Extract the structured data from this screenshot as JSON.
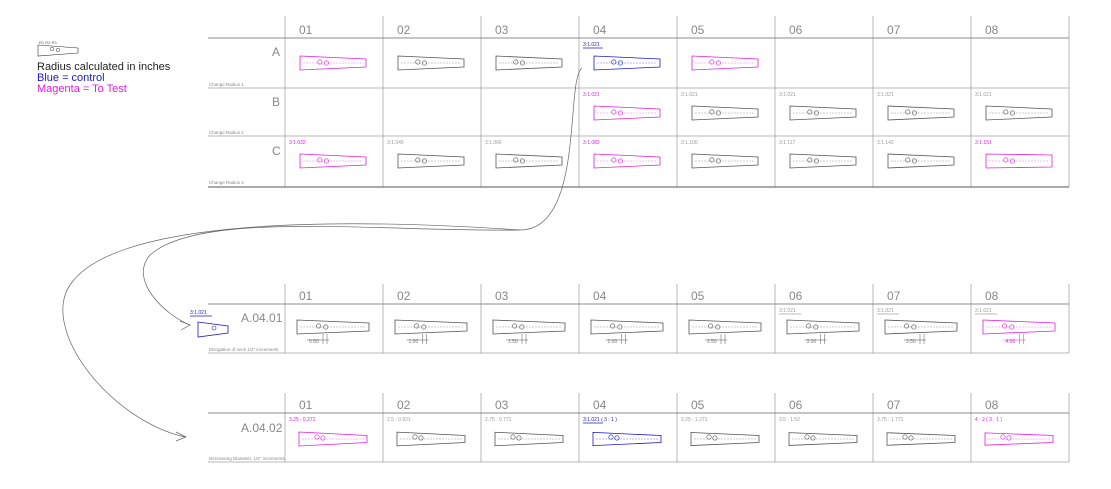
{
  "colors": {
    "control": "#1a1acc",
    "test": "#e020e0",
    "grid": "#555555",
    "neutral": "#555555"
  },
  "legend": {
    "mini_labels": "R1 R2 R3",
    "line1": "Radius calculated in inches",
    "line2": "Blue = control",
    "line3": "Magenta = To Test"
  },
  "grid1": {
    "headers": [
      "01",
      "02",
      "03",
      "04",
      "05",
      "06",
      "07",
      "08"
    ],
    "rows": [
      {
        "label": "A",
        "note": "Change Radius 1",
        "cells": [
          {
            "style": "test",
            "text": ""
          },
          {
            "style": "neutral",
            "text": ""
          },
          {
            "style": "neutral",
            "text": ""
          },
          {
            "style": "control",
            "text": "3:1.021"
          },
          {
            "style": "test",
            "text": ""
          },
          {
            "style": "empty",
            "text": ""
          },
          {
            "style": "empty",
            "text": ""
          },
          {
            "style": "empty",
            "text": ""
          }
        ]
      },
      {
        "label": "B",
        "note": "Change Radius 2",
        "cells": [
          {
            "style": "empty",
            "text": ""
          },
          {
            "style": "empty",
            "text": ""
          },
          {
            "style": "empty",
            "text": ""
          },
          {
            "style": "test",
            "text": "3:1.021"
          },
          {
            "style": "neutral",
            "text": "3:1.021"
          },
          {
            "style": "neutral",
            "text": "3:1.021"
          },
          {
            "style": "neutral",
            "text": "3:1.021"
          },
          {
            "style": "neutral",
            "text": "3:1.021"
          }
        ]
      },
      {
        "label": "C",
        "note": "Change Radius 3",
        "cells": [
          {
            "style": "test",
            "text": "3:1.032"
          },
          {
            "style": "neutral",
            "text": "3:1.049"
          },
          {
            "style": "neutral",
            "text": "3:1.066"
          },
          {
            "style": "test",
            "text": "3:1.083"
          },
          {
            "style": "neutral",
            "text": "3:1.100"
          },
          {
            "style": "neutral",
            "text": "3:1.117"
          },
          {
            "style": "neutral",
            "text": "3:1.142"
          },
          {
            "style": "test",
            "text": "3:1.151"
          }
        ]
      }
    ]
  },
  "grid2": {
    "headers": [
      "01",
      "02",
      "03",
      "04",
      "05",
      "06",
      "07",
      "08"
    ],
    "ref_label": "3:1.021",
    "title": "A.04.01",
    "note": "Elongation of neck 1/2\" increments",
    "cells": [
      {
        "style": "neutral",
        "text": "",
        "dim": "0.50"
      },
      {
        "style": "neutral",
        "text": "",
        "dim": "1.00"
      },
      {
        "style": "neutral",
        "text": "",
        "dim": "1.50"
      },
      {
        "style": "neutral",
        "text": "",
        "dim": "2.00"
      },
      {
        "style": "neutral",
        "text": "",
        "dim": "2.50"
      },
      {
        "style": "neutral",
        "text": "3:1.021",
        "dim": "3.00"
      },
      {
        "style": "neutral",
        "text": "3:1.021",
        "dim": "3.50"
      },
      {
        "style": "test",
        "text": "3:1.021",
        "dim": "4.00"
      }
    ]
  },
  "grid3": {
    "headers": [
      "01",
      "02",
      "03",
      "04",
      "05",
      "06",
      "07",
      "08"
    ],
    "title": "A.04.02",
    "note": "Decreasing Diameter, 1/4\" increments",
    "cells": [
      {
        "style": "test",
        "text": "3.25 : 0.271"
      },
      {
        "style": "neutral",
        "text": "2.5 : 0.921"
      },
      {
        "style": "neutral",
        "text": "2.75 : 0.771"
      },
      {
        "style": "control",
        "text": "3:1.021   ( 3 : 1 )"
      },
      {
        "style": "neutral",
        "text": "3.25 : 1.271"
      },
      {
        "style": "neutral",
        "text": "3.5 : 1.52"
      },
      {
        "style": "neutral",
        "text": "3.75 : 1.771"
      },
      {
        "style": "test",
        "text": "4 : 2      ( 3 : 1 )"
      }
    ]
  }
}
